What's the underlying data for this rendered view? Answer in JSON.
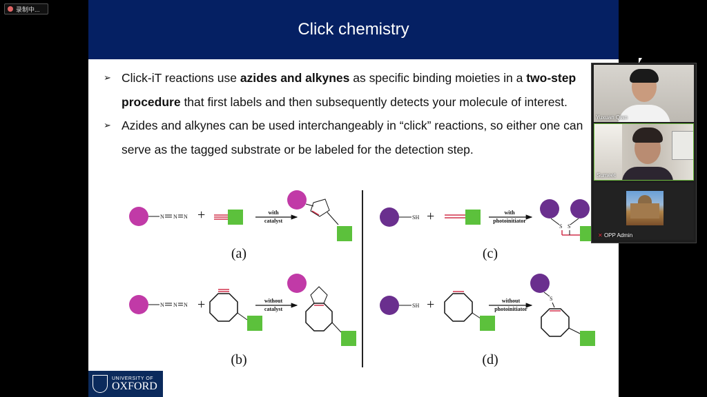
{
  "recording": {
    "label": "录制中..."
  },
  "slide": {
    "title": "Click chemistry",
    "bullets": [
      {
        "segments": [
          "Click-iT reactions use ",
          "azides and alkynes",
          " as specific binding moieties in a ",
          "two-step procedure",
          " that first labels and then subsequently detects your molecule of interest."
        ]
      },
      {
        "segments": [
          "Azides and alkynes can be used interchangeably in “click” reactions, so either one can serve as the tagged substrate or be labeled for the detection step."
        ]
      }
    ],
    "diagram": {
      "azide_text": "N",
      "sh_text": "SH",
      "plus": "+",
      "s_text": "S",
      "labels": [
        "(a)",
        "(b)",
        "(c)",
        "(d)"
      ],
      "arrows": {
        "a": [
          "with",
          "catalyst"
        ],
        "b": [
          "without",
          "catalyst"
        ],
        "c": [
          "with",
          "photoinitiator"
        ],
        "d": [
          "without",
          "photoinitiator"
        ]
      },
      "colors": {
        "magenta": "#c13aa7",
        "purple": "#6a2f8e",
        "green": "#5cc13c",
        "red": "#d0304a"
      }
    },
    "logo": {
      "line1": "UNIVERSITY OF",
      "line2": "OXFORD"
    }
  },
  "participants": [
    {
      "name": "Yuxuan Qian"
    },
    {
      "name": "Sumeet"
    },
    {
      "name": "OPP Admin"
    }
  ]
}
